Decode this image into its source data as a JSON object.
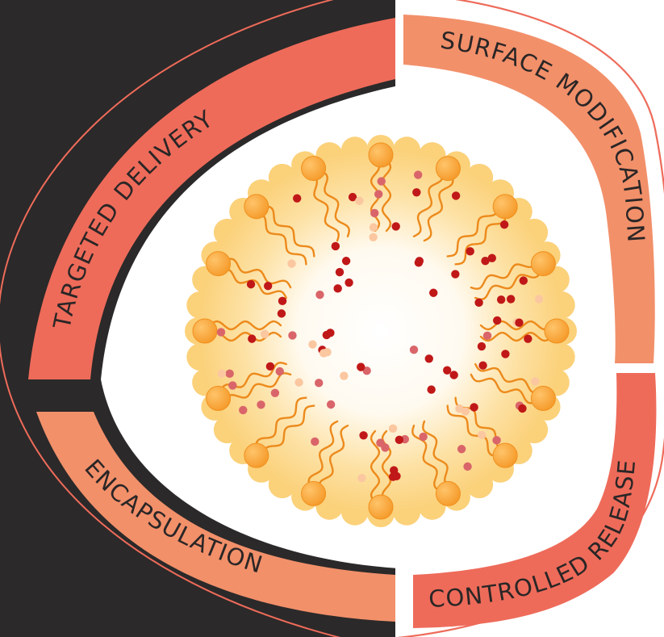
{
  "colors": {
    "dark_background": "#2b2929",
    "salmon_band": "#f2906a",
    "coral_band": "#ee6b5a",
    "outline": "#ee6b5a",
    "label_text_dark": "#2a2626",
    "lipid_head": "#f5a034",
    "lipid_tail": "#ec8a1c",
    "shell_yellow": "#fbd17a",
    "dot_dark_red": "#c01818",
    "dot_rose": "#d9656a",
    "dot_peach": "#fbc7a0"
  },
  "labels": {
    "targeted_delivery": "TARGETED DELIVERY",
    "surface_modification": "SURFACE MODIFICATION",
    "controlled_release": "CONTROLLED RELEASE",
    "encapsulation": "ENCAPSULATION"
  },
  "icons": {
    "center": "liposome-icon"
  }
}
